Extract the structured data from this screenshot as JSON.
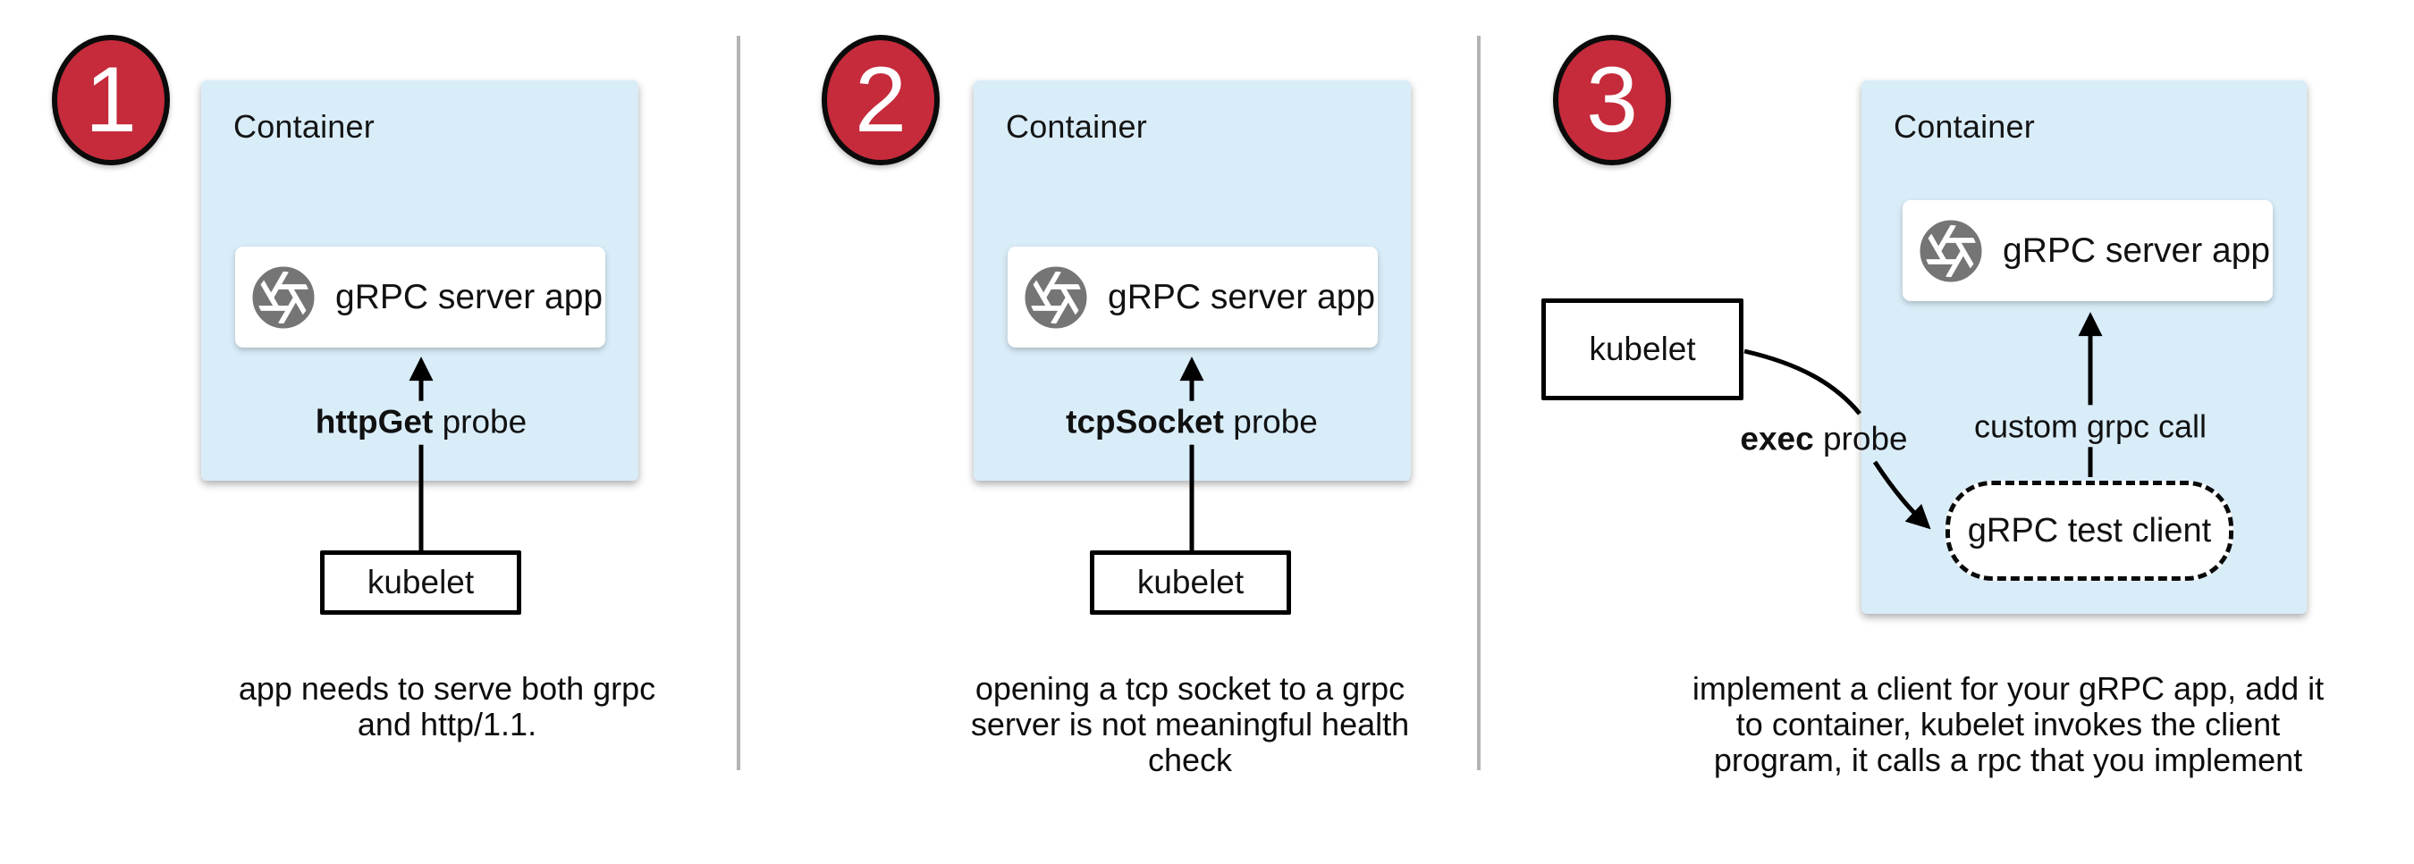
{
  "colors": {
    "badge_red": "#c52b3b",
    "container_blue": "#d9edf9",
    "icon_gray": "#757575",
    "divider_gray": "#b3b3b3"
  },
  "icons": {
    "app_icon": "aperture-icon"
  },
  "panels": [
    {
      "badge": "1",
      "container_label": "Container",
      "app_label": "gRPC server app",
      "probe": {
        "bold": "httpGet",
        "rest": " probe"
      },
      "kubelet_label": "kubelet",
      "caption": [
        "app needs to serve both grpc",
        "and http/1.1."
      ]
    },
    {
      "badge": "2",
      "container_label": "Container",
      "app_label": "gRPC server app",
      "probe": {
        "bold": "tcpSocket",
        "rest": " probe"
      },
      "kubelet_label": "kubelet",
      "caption": [
        "opening a tcp socket to a grpc",
        "server is not meaningful health",
        "check"
      ]
    },
    {
      "badge": "3",
      "container_label": "Container",
      "app_label": "gRPC server app",
      "probe": {
        "bold": "exec",
        "rest": " probe"
      },
      "kubelet_label": "kubelet",
      "call_label": "custom grpc call",
      "client_label": "gRPC test client",
      "caption": [
        "implement a client for your gRPC app, add it",
        "to container, kubelet invokes the client",
        "program, it calls a rpc that you implement"
      ]
    }
  ]
}
